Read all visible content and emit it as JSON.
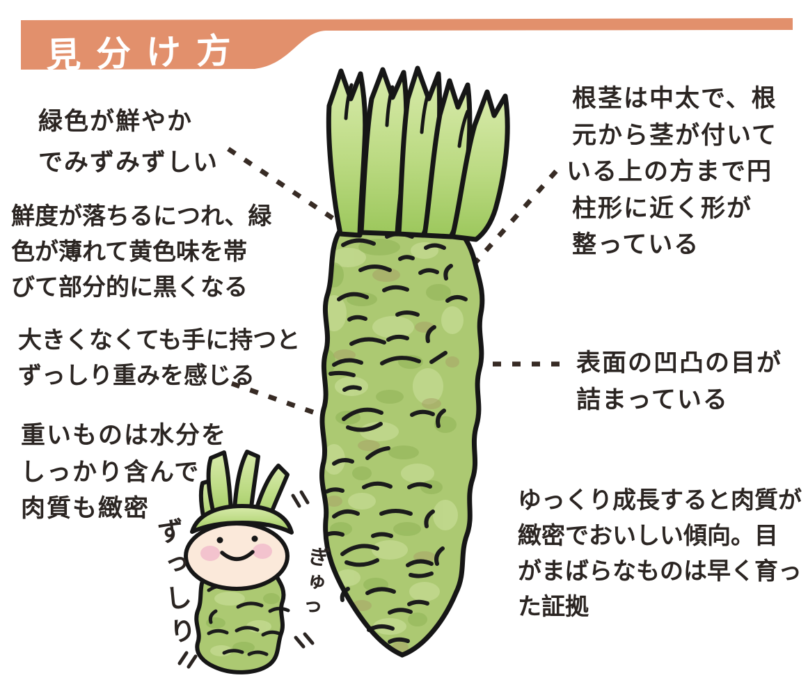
{
  "banner": {
    "title": "見分け方"
  },
  "colors": {
    "banner_bg": "#E2906C",
    "ink": "#2B2522",
    "dot": "#372B24",
    "stem_green_light": "#D6E9A8",
    "stem_green": "#9CC75C",
    "root_green": "#ACC972",
    "root_green_light": "#C2D98F",
    "root_green_dark": "#8FB256",
    "root_brown": "#A89F66",
    "face": "#FBE9DA",
    "cheek": "#F3C3CE",
    "outline": "#161616"
  },
  "notes": {
    "left": [
      {
        "id": "vivid-green",
        "lines": [
          "緑色が鮮やか",
          "でみずみずしい"
        ]
      },
      {
        "id": "fading-color",
        "lines": [
          "鮮度が落ちるにつれ、緑",
          "色が薄れて黄色味を帯",
          "びて部分的に黒くなる"
        ]
      },
      {
        "id": "feels-heavy",
        "lines": [
          "大きくなくても手に持つと",
          "ずっしり重みを感じる"
        ]
      },
      {
        "id": "moist-dense",
        "lines": [
          "重いものは水分を",
          "しっかり含んで",
          "肉質も緻密"
        ]
      }
    ],
    "right": [
      {
        "id": "cylindrical-shape",
        "lines": [
          "根茎は中太で、根",
          "元から茎が付いて",
          "いる上の方まで円",
          "柱形に近く形が",
          "整っている"
        ]
      },
      {
        "id": "dense-surface",
        "lines": [
          "表面の凹凸の目が",
          "詰まっている"
        ]
      },
      {
        "id": "slow-growth",
        "lines": [
          "ゆっくり成長すると肉質が",
          "緻密でおいしい傾向。目",
          "がまばらなものは早く育っ",
          "た証拠"
        ]
      }
    ]
  },
  "character": {
    "sfx_left": "ずっしり",
    "sfx_right": "ぎゅっ"
  }
}
